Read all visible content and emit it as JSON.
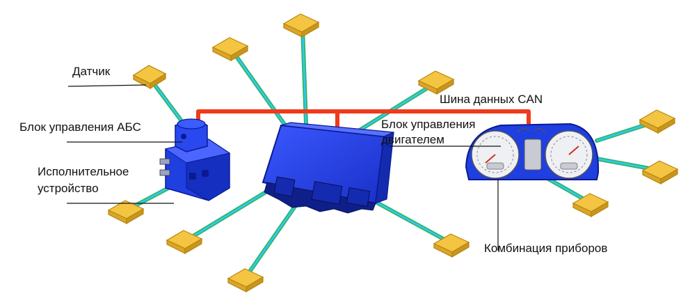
{
  "labels": {
    "sensor": "Датчик",
    "abs_unit": "Блок управления АБС",
    "actuator_line1": "Исполнительное",
    "actuator_line2": "устройство",
    "can_bus": "Шина данных CAN",
    "engine_unit_line1": "Блок управления",
    "engine_unit_line2": "двигателем",
    "instrument_cluster": "Комбинация приборов"
  },
  "colors": {
    "bus": "#f03a1a",
    "module": "#1f3fe0",
    "module_dark": "#0f22a8",
    "sensor": "#f4c542",
    "sensor_edge": "#b8860b",
    "wire_inner": "#33c9ee",
    "wire_outer": "#2fb56a"
  }
}
